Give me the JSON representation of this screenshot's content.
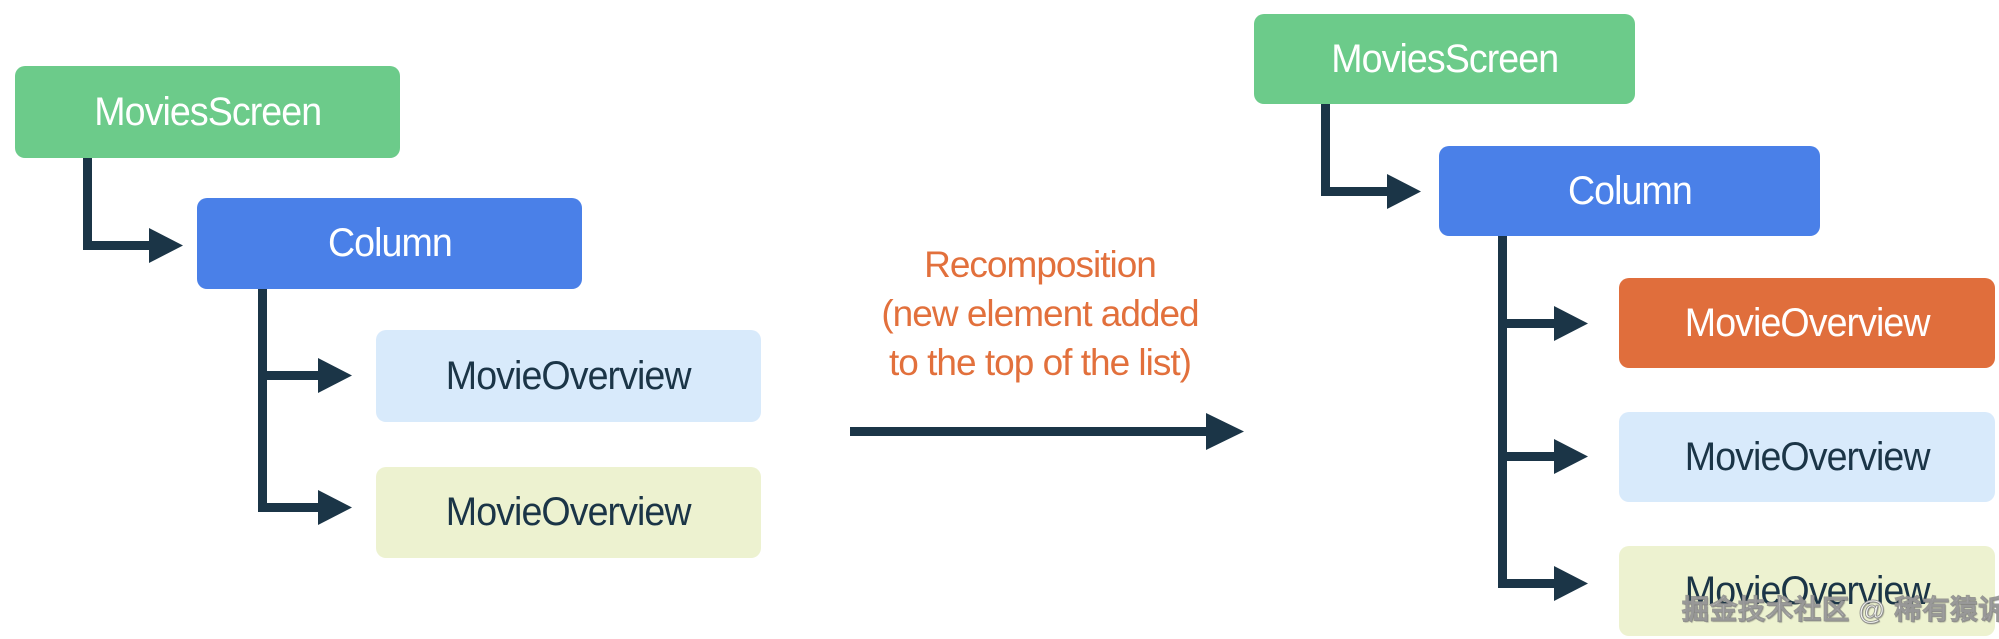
{
  "diagram": {
    "title_hint": "compose-recomposition-tree-diagram",
    "colors": {
      "green": "#6CCB8A",
      "blue": "#4A80E8",
      "light_blue": "#D8EAFB",
      "cream": "#EDF2D0",
      "orange": "#E06E3C",
      "connector": "#1B3547",
      "text_light": "#FFFFFF",
      "text_dark": "#1B3547",
      "annotation": "#E2703C"
    },
    "left_tree": {
      "root": "MoviesScreen",
      "child": "Column",
      "items": [
        {
          "label": "MovieOverview"
        },
        {
          "label": "MovieOverview"
        }
      ]
    },
    "annotation": {
      "line1": "Recomposition",
      "line2": "(new element added",
      "line3": "to the top of the list)"
    },
    "right_tree": {
      "root": "MoviesScreen",
      "child": "Column",
      "items": [
        {
          "label": "MovieOverview"
        },
        {
          "label": "MovieOverview"
        },
        {
          "label": "MovieOverview"
        }
      ]
    },
    "watermark": "掘金技术社区 @ 稀有猿诉"
  }
}
